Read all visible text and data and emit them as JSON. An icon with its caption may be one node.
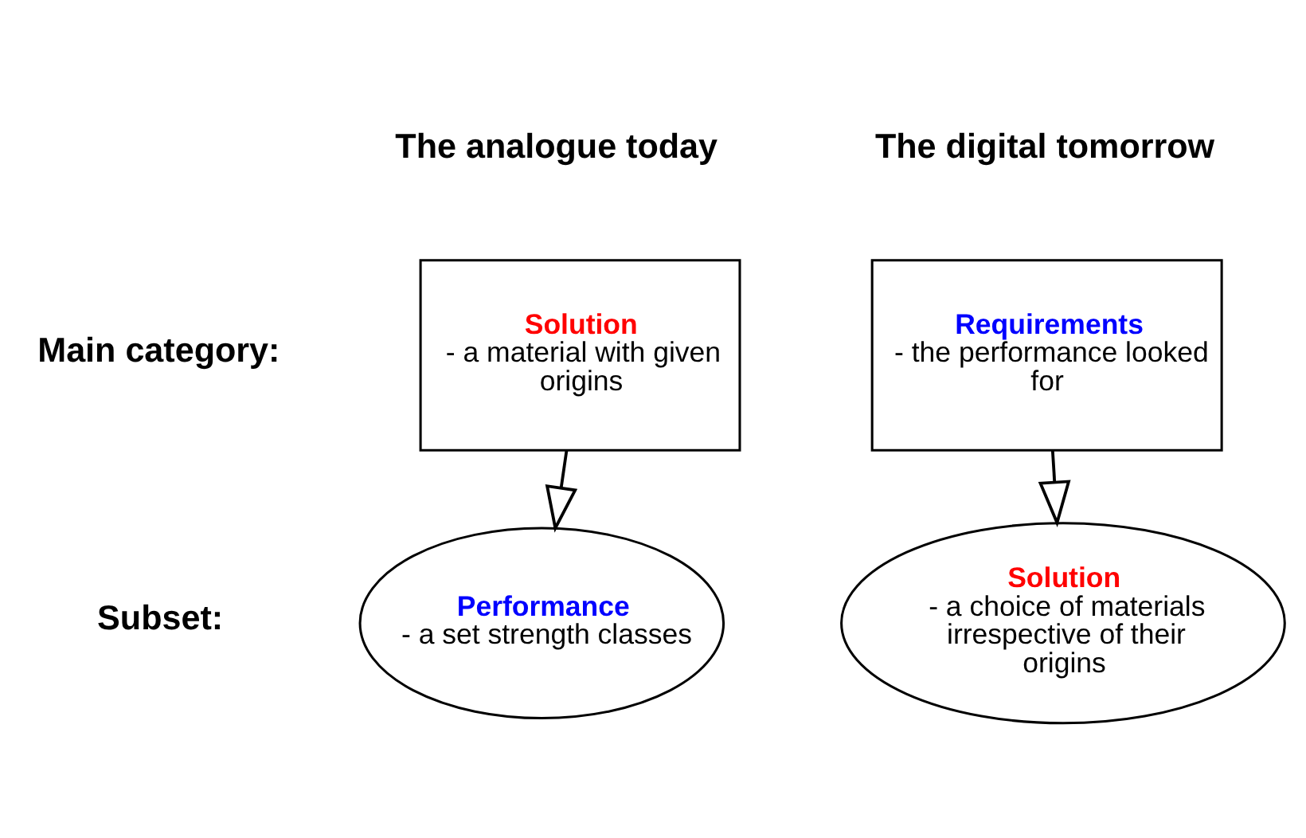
{
  "diagram": {
    "nodes": [
      {
        "text": [
          "Solution",
          "- a material with given origins"
        ]
      },
      {
        "text": [
          "Requirements",
          "- the performance looked for"
        ]
      },
      {
        "text": [
          "Performance",
          "- a set strength classes"
        ]
      },
      {
        "text": [
          "Solution",
          "- a choice of materials irrespective of their origins"
        ]
      }
    ],
    "edges": [
      {
        "from": 0,
        "to": 2,
        "arrow": "to"
      },
      {
        "from": 1,
        "to": 3,
        "arrow": "to"
      }
    ],
    "labels": [
      "The analogue today",
      "The digital tomorrow",
      "Main category:",
      "Subset:"
    ]
  }
}
